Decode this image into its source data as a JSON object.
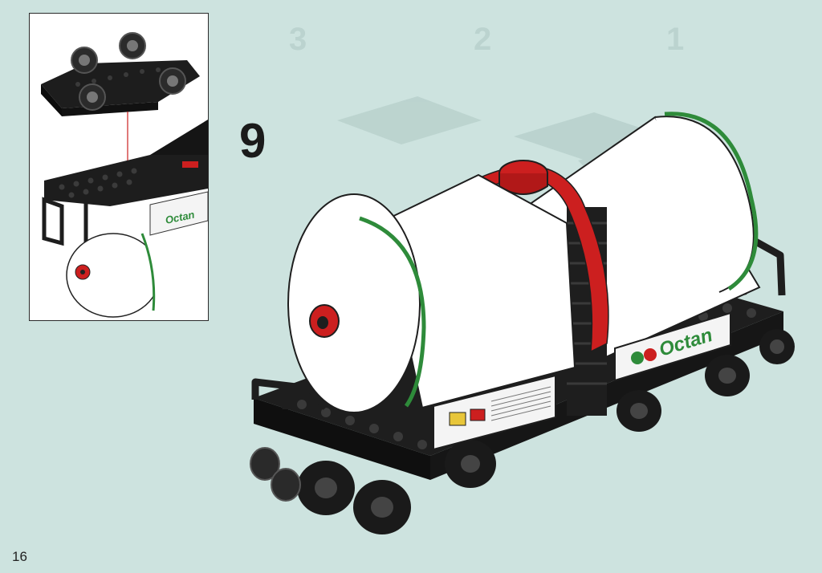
{
  "page": {
    "background_color": "#cde3df",
    "page_number": "16",
    "step_number": "9"
  },
  "inset": {
    "sticker_text": "Octan",
    "colors": {
      "bricks": "#1d1d1d",
      "tank": "#ffffff",
      "stripe": "#2e8b3a",
      "accent": "#cc1f1f"
    },
    "icons": [
      "wheel-bogie",
      "arrow-down",
      "tank-wagon-end"
    ]
  },
  "model": {
    "sticker_text": "Octan",
    "colors": {
      "chassis": "#1e1e1e",
      "tank": "#ffffff",
      "tank_stripe": "#2e8b3a",
      "accent_red": "#cc1f1f",
      "sticker_bg": "#f4f4f4"
    },
    "parts": [
      "tank",
      "tank-hoop",
      "filler-cap",
      "wheel-sets",
      "buffers",
      "side-rails",
      "sign-plate",
      "control-panel"
    ]
  }
}
